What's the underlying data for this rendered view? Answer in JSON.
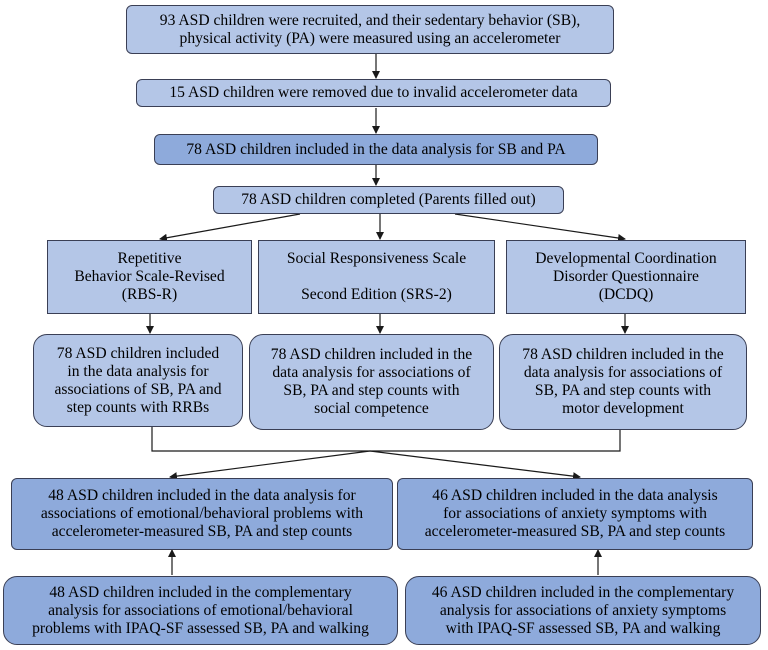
{
  "boxes": {
    "recruited": "93 ASD children were recruited, and their  sedentary behavior (SB),\nphysical activity (PA) were measured using an accelerometer",
    "removed": "15 ASD children were removed due to invalid accelerometer data",
    "included_sb_pa": "78 ASD children included in the data analysis for SB and PA",
    "completed": "78 ASD children completed (Parents filled out)",
    "rbs_r": "Repetitive\nBehavior Scale-Revised\n(RBS-R)",
    "srs_2": "Social Responsiveness Scale\n\nSecond Edition (SRS-2)",
    "dcdq": "Developmental Coordination\nDisorder Questionnaire\n(DCDQ)",
    "rrbs_analysis": "78 ASD children included\nin the data analysis for\nassociations of SB, PA and\nstep counts with RRBs",
    "social_analysis": "78 ASD children included in the\ndata analysis for associations of\nSB, PA and step counts with\nsocial competence",
    "motor_analysis": "78 ASD children included in the\ndata analysis for associations of\nSB, PA and step counts with\nmotor development",
    "emotional_accel": "48 ASD children included in the data analysis for\nassociations of emotional/behavioral problems with\naccelerometer-measured SB, PA and step counts",
    "anxiety_accel": "46 ASD children included in the data analysis\nfor associations of anxiety symptoms with\naccelerometer-measured SB, PA and step counts",
    "emotional_ipaq": "48 ASD children included in the complementary\nanalysis for associations of emotional/behavioral\nproblems with IPAQ-SF assessed SB, PA and walking",
    "anxiety_ipaq": "46 ASD children included in the complementary\nanalysis for associations of anxiety symptoms\nwith IPAQ-SF assessed  SB, PA and walking"
  }
}
